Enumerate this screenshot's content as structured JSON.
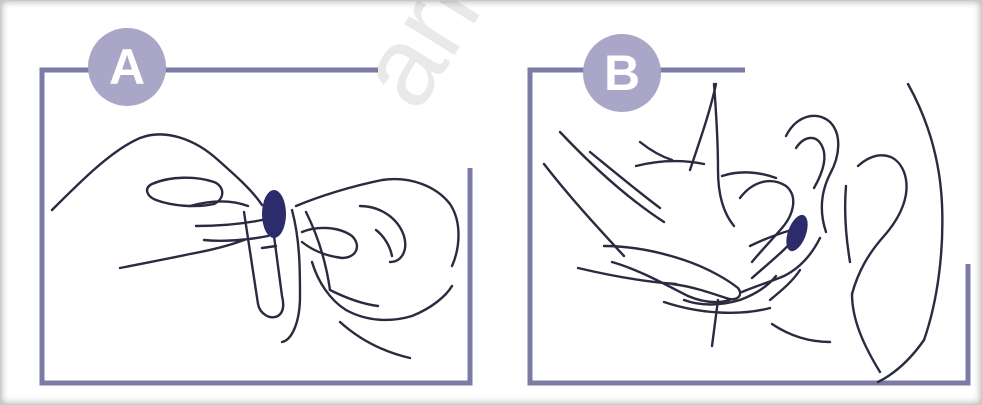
{
  "panels": [
    {
      "id": "a",
      "label": "A"
    },
    {
      "id": "b",
      "label": "B"
    }
  ],
  "watermark": {
    "text": "armácia"
  },
  "colors": {
    "frame_line": "#7b7ba6",
    "badge_fill": "#a9a6c7",
    "outline": "#2a2a40",
    "dark_fill": "#2c2b6b"
  }
}
